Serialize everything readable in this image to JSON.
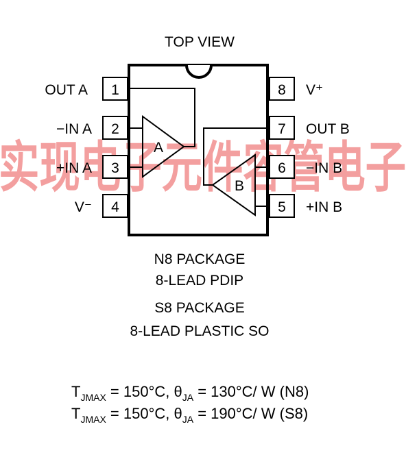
{
  "diagram": {
    "top_label": "TOP VIEW",
    "pins_left": [
      {
        "number": "1",
        "label": "OUT A"
      },
      {
        "number": "2",
        "label": "−IN A"
      },
      {
        "number": "3",
        "label": "+IN A"
      },
      {
        "number": "4",
        "label": "V⁻"
      }
    ],
    "pins_right": [
      {
        "number": "8",
        "label": "V⁺"
      },
      {
        "number": "7",
        "label": "OUT B"
      },
      {
        "number": "6",
        "label": "−IN B"
      },
      {
        "number": "5",
        "label": "+IN B"
      }
    ],
    "amp_a_label": "A",
    "amp_b_label": "B",
    "packages": [
      {
        "name": "N8 PACKAGE",
        "desc": "8-LEAD PDIP"
      },
      {
        "name": "S8 PACKAGE",
        "desc": "8-LEAD PLASTIC SO"
      }
    ],
    "thermal": [
      {
        "t_sym": "T",
        "t_sub": "JMAX",
        "t_val": " = 150°C, ",
        "th_sym": "θ",
        "th_sub": "JA",
        "th_val": " = 130°C/ W (N8)"
      },
      {
        "t_sym": "T",
        "t_sub": "JMAX",
        "t_val": " = 150°C, ",
        "th_sym": "θ",
        "th_sub": "JA",
        "th_val": " = 190°C/ W (S8)"
      }
    ]
  },
  "watermark": {
    "text": "实现电子元件容管电子",
    "color": "#f08080"
  },
  "colors": {
    "ink": "#000000"
  }
}
